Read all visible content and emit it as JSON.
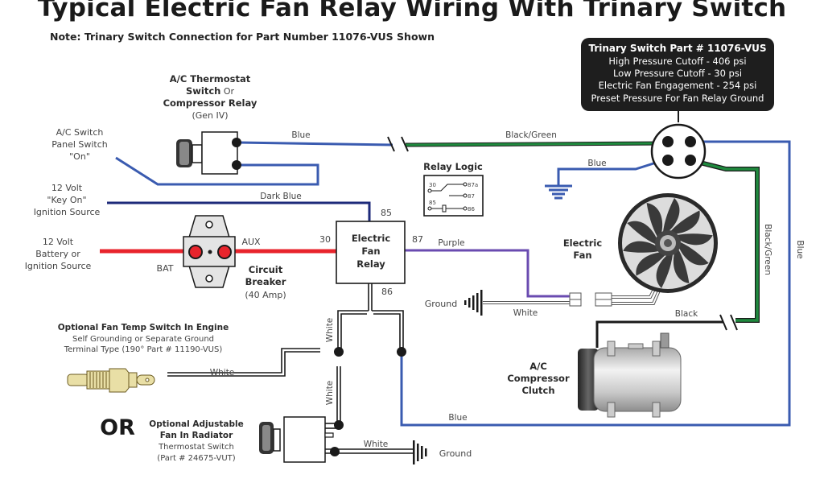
{
  "title": "Typical Electric Fan Relay Wiring With Trinary Switch",
  "note": "Note:  Trinary Switch Connection for Part Number 11076-VUS Shown",
  "colors": {
    "blue": "#3a5bb0",
    "dark_blue": "#1d2a7a",
    "red": "#e8242c",
    "green": "#1f8a3e",
    "purple": "#6a4bb0",
    "black": "#1a1a1a",
    "white_wire": "#ffffff",
    "box_bg": "#1e1e1e"
  },
  "trinary_box": {
    "title": "Trinary Switch  Part # 11076-VUS",
    "lines": [
      "High Pressure Cutoff - 406 psi",
      "Low Pressure Cutoff - 30 psi",
      "Electric Fan Engagement - 254 psi",
      "Preset Pressure For Fan Relay Ground"
    ]
  },
  "thermostat_switch": {
    "line1": "A/C Thermostat",
    "line2a": "Switch",
    "line2b": " Or",
    "line3": "Compressor Relay",
    "line4": "(Gen IV)"
  },
  "ac_switch": {
    "line1": "A/C Switch",
    "line2": "Panel Switch",
    "line3": "\"On\""
  },
  "key_on": {
    "line1": "12 Volt",
    "line2": "\"Key On\"",
    "line3": "Ignition Source"
  },
  "battery": {
    "line1": "12 Volt",
    "line2": "Battery or",
    "line3": "Ignition Source"
  },
  "circuit_breaker": {
    "bat": "BAT",
    "aux": "AUX",
    "line1": "Circuit",
    "line2": "Breaker",
    "line3": "(40 Amp)"
  },
  "relay": {
    "line1": "Electric",
    "line2": "Fan",
    "line3": "Relay",
    "pin30": "30",
    "pin85": "85",
    "pin86": "86",
    "pin87": "87"
  },
  "relay_logic": {
    "title": "Relay Logic",
    "p30": "30",
    "p87a": "87a",
    "p87": "87",
    "p85": "85",
    "p86": "86"
  },
  "wires": {
    "blue_top": "Blue",
    "black_green_top": "Black/Green",
    "blue_ground": "Blue",
    "dark_blue": "Dark Blue",
    "purple": "Purple",
    "white_fan": "White",
    "black_comp": "Black",
    "black_green_right": "Black/Green",
    "blue_right": "Blue",
    "blue_bottom": "Blue",
    "white_v1": "White",
    "white_v2": "White",
    "white_temp": "White",
    "white_radiator": "White"
  },
  "electric_fan": {
    "line1": "Electric",
    "line2": "Fan"
  },
  "ground_fan": "Ground",
  "ground_radiator": "Ground",
  "compressor": {
    "line1": "A/C",
    "line2": "Compressor",
    "line3": "Clutch"
  },
  "temp_switch": {
    "line1": "Optional Fan Temp Switch In Engine",
    "line2": "Self Grounding or Separate Ground",
    "line3": "Terminal Type (190° Part # 11190-VUS)"
  },
  "or_label": "OR",
  "radiator_switch": {
    "line1": "Optional Adjustable",
    "line2": "Fan In Radiator",
    "line3": "Thermostat Switch",
    "line4": "(Part # 24675-VUT)"
  }
}
